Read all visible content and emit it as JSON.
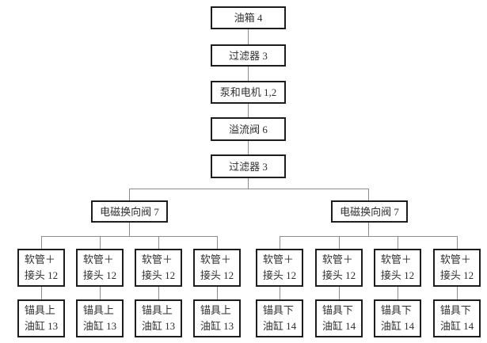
{
  "diagram_type": "hydraulic-system-block-tree",
  "colors": {
    "background": "#ffffff",
    "box_border": "#1d1d1d",
    "connector_line": "#8c8c8c",
    "text": "#2f2f2f"
  },
  "chain": [
    "油箱 4",
    "过滤器 3",
    "泵和电机 1,2",
    "溢流阀 6",
    "过滤器 3"
  ],
  "valves": [
    "电磁换向阀 7",
    "电磁换向阀 7"
  ],
  "branches": {
    "left": {
      "hoses": [
        {
          "line1": "软管＋",
          "line2": "接头 12"
        },
        {
          "line1": "软管＋",
          "line2": "接头 12"
        },
        {
          "line1": "软管＋",
          "line2": "接头 12"
        },
        {
          "line1": "软管＋",
          "line2": "接头 12"
        }
      ],
      "cylinders": [
        {
          "line1": "锚具上",
          "line2": "油缸 13"
        },
        {
          "line1": "锚具上",
          "line2": "油缸 13"
        },
        {
          "line1": "锚具上",
          "line2": "油缸 13"
        },
        {
          "line1": "锚具上",
          "line2": "油缸 13"
        }
      ]
    },
    "right": {
      "hoses": [
        {
          "line1": "软管＋",
          "line2": "接头 12"
        },
        {
          "line1": "软管＋",
          "line2": "接头 12"
        },
        {
          "line1": "软管＋",
          "line2": "接头 12"
        },
        {
          "line1": "软管＋",
          "line2": "接头 12"
        }
      ],
      "cylinders": [
        {
          "line1": "锚具下",
          "line2": "油缸 14"
        },
        {
          "line1": "锚具下",
          "line2": "油缸 14"
        },
        {
          "line1": "锚具下",
          "line2": "油缸 14"
        },
        {
          "line1": "锚具下",
          "line2": "油缸 14"
        }
      ]
    }
  }
}
